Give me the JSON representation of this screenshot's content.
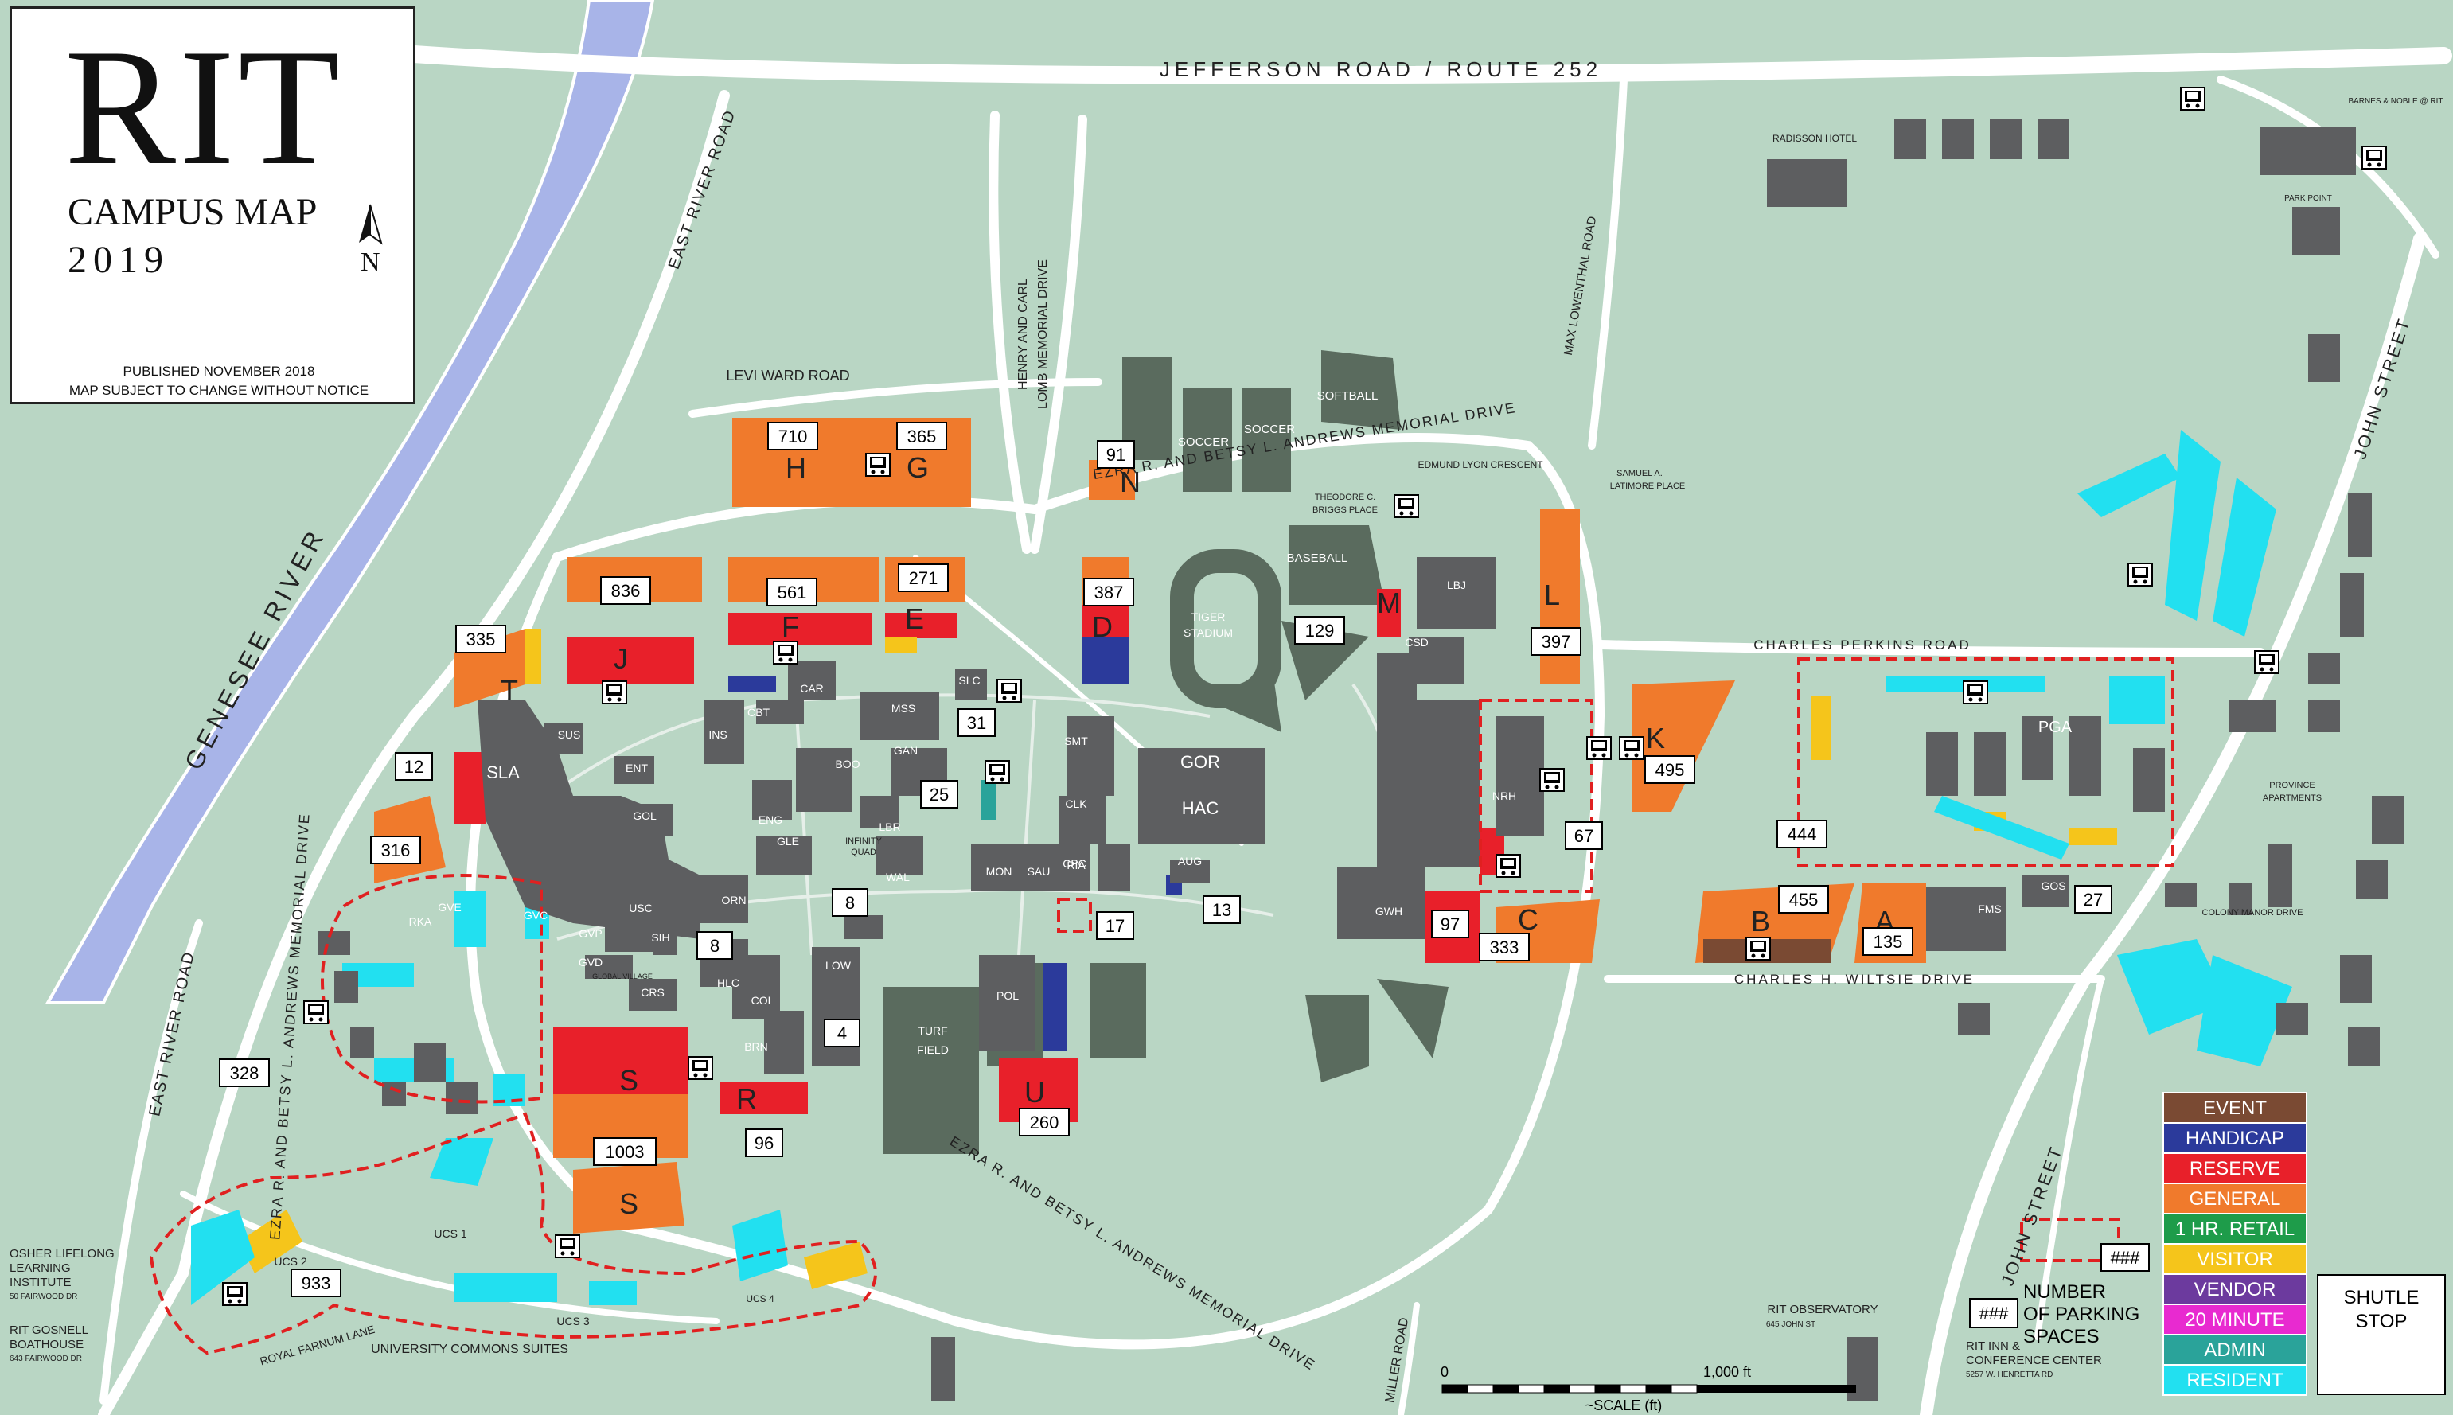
{
  "title_panel": {
    "title": "RIT",
    "subtitle": "CAMPUS MAP",
    "year": "2019",
    "published": "PUBLISHED NOVEMBER 2018",
    "notice": "MAP SUBJECT TO CHANGE WITHOUT NOTICE",
    "north": "N"
  },
  "roads": {
    "jefferson": "JEFFERSON ROAD / ROUTE 252",
    "east_river_top": "EAST RIVER ROAD",
    "east_river_left": "EAST RIVER ROAD",
    "levi_ward": "LEVI WARD ROAD",
    "henry_carl": "HENRY AND CARL",
    "lomb_memorial": "LOMB MEMORIAL DRIVE",
    "ezra_top": "EZRA R. AND BETSY L. ANDREWS MEMORIAL DRIVE",
    "ezra_left": "EZRA R. AND BETSY L. ANDREWS MEMORIAL DRIVE",
    "ezra_bottom": "EZRA R. AND BETSY L. ANDREWS MEMORIAL DRIVE",
    "max_lowenthal": "MAX LOWENTHAL ROAD",
    "charles_perkins": "CHARLES PERKINS ROAD",
    "charles_wiltsie": "CHARLES H. WILTSIE DRIVE",
    "john_street_top": "JOHN STREET",
    "john_street_bottom": "JOHN STREET",
    "miller_road": "MILLER ROAD",
    "royal_farnum": "ROYAL FARNUM LANE",
    "edmund_lyon": "EDMUND LYON CRESCENT",
    "samuel_latimore": "SAMUEL A. LATIMORE PLACE",
    "theodore_briggs": "THEODORE C. BRIGGS PLACE",
    "genesee": "GENESEE RIVER"
  },
  "places": {
    "radisson": "RADISSON HOTEL",
    "barnes": "BARNES & NOBLE @ RIT",
    "park_point": "PARK POINT",
    "province": "PROVINCE APARTMENTS",
    "colony_manor": "COLONY MANOR DRIVE",
    "colony_mid": "COLONY M",
    "osher_1": "OSHER LIFELONG",
    "osher_2": "LEARNING",
    "osher_3": "INSTITUTE",
    "osher_addr": "50 FAIRWOOD DR",
    "gosnell_1": "RIT GOSNELL",
    "gosnell_2": "BOATHOUSE",
    "gosnell_addr": "643 FAIRWOOD DR",
    "ucs": "UNIVERSITY COMMONS SUITES",
    "ucs1": "UCS 1",
    "ucs2": "UCS 2",
    "ucs3": "UCS 3",
    "ucs4": "UCS 4",
    "observatory": "RIT OBSERVATORY",
    "observatory_addr": "645 JOHN ST",
    "inn_1": "RIT INN &",
    "inn_2": "CONFERENCE CENTER",
    "inn_addr": "5257 W. HENRETTA RD",
    "soccer1": "SOCCER",
    "soccer2": "SOCCER",
    "softball": "SOFTBALL",
    "baseball": "BASEBALL",
    "tiger": "TIGER",
    "stadium": "STADIUM",
    "turf": "TURF",
    "field": "FIELD",
    "infinity_quad": "INFINITY QUAD",
    "global_village": "GLOBAL VILLAGE",
    "pga": "PGA"
  },
  "buildings": [
    "SLA",
    "SUS",
    "ENT",
    "GOL",
    "USC",
    "SIH",
    "GVP",
    "GVD",
    "CRS",
    "HLC",
    "COL",
    "LOW",
    "BRN",
    "INS",
    "CBT",
    "CAR",
    "BOO",
    "MSS",
    "GAN",
    "SLC",
    "ENG",
    "GLE",
    "LBR",
    "WAL",
    "ORN",
    "MON",
    "SAU",
    "CPC",
    "CLK",
    "SMT",
    "RIA",
    "GOR",
    "HAC",
    "AUG",
    "POL",
    "LBJ",
    "CSD",
    "GWH",
    "NRH",
    "RKA",
    "GVE",
    "GVC",
    "FMS",
    "GOS"
  ],
  "lot_letters": [
    "H",
    "G",
    "N",
    "J",
    "F",
    "E",
    "D",
    "M",
    "L",
    "K",
    "T",
    "S",
    "S",
    "R",
    "U",
    "C",
    "B",
    "A"
  ],
  "space_counts": [
    "710",
    "365",
    "91",
    "836",
    "561",
    "271",
    "387",
    "335",
    "129",
    "397",
    "12",
    "31",
    "25",
    "495",
    "316",
    "67",
    "17",
    "13",
    "8",
    "8",
    "97",
    "333",
    "455",
    "135",
    "27",
    "444",
    "328",
    "4",
    "1003",
    "96",
    "260",
    "933"
  ],
  "legend": {
    "items": [
      {
        "label": "EVENT",
        "color": "#7a4a33"
      },
      {
        "label": "HANDICAP",
        "color": "#2b3a9b"
      },
      {
        "label": "RESERVE",
        "color": "#e8202a"
      },
      {
        "label": "GENERAL",
        "color": "#f07a2c"
      },
      {
        "label": "1 HR. RETAIL",
        "color": "#1e9c4a"
      },
      {
        "label": "VISITOR",
        "color": "#f5c51b"
      },
      {
        "label": "VENDOR",
        "color": "#6c3a9e"
      },
      {
        "label": "20 MINUTE",
        "color": "#e82ad0"
      },
      {
        "label": "ADMIN",
        "color": "#2aa39a"
      },
      {
        "label": "RESIDENT",
        "color": "#22e0f0"
      }
    ],
    "shuttle_1": "SHUTLE",
    "shuttle_2": "STOP",
    "spaces_sample": "###",
    "spaces_1": "NUMBER",
    "spaces_2": "OF PARKING",
    "spaces_3": "SPACES"
  },
  "scale": {
    "zero": "0",
    "max": "1,000 ft",
    "label": "~SCALE (ft)"
  },
  "colors": {
    "land": "#b9d6c4",
    "road": "#ffffff",
    "river": "#a8b4e8",
    "building": "#5d5e60",
    "general": "#f07a2c",
    "reserve": "#e8202a",
    "resident": "#22e0f0",
    "visitor": "#f5c51b",
    "handicap": "#2b3a9b",
    "event": "#7a4a33",
    "admin": "#2aa39a",
    "field": "#5a6b5e",
    "dash": "#e02020"
  },
  "icons": [
    "north-arrow-icon",
    "bus-stop-icon"
  ]
}
